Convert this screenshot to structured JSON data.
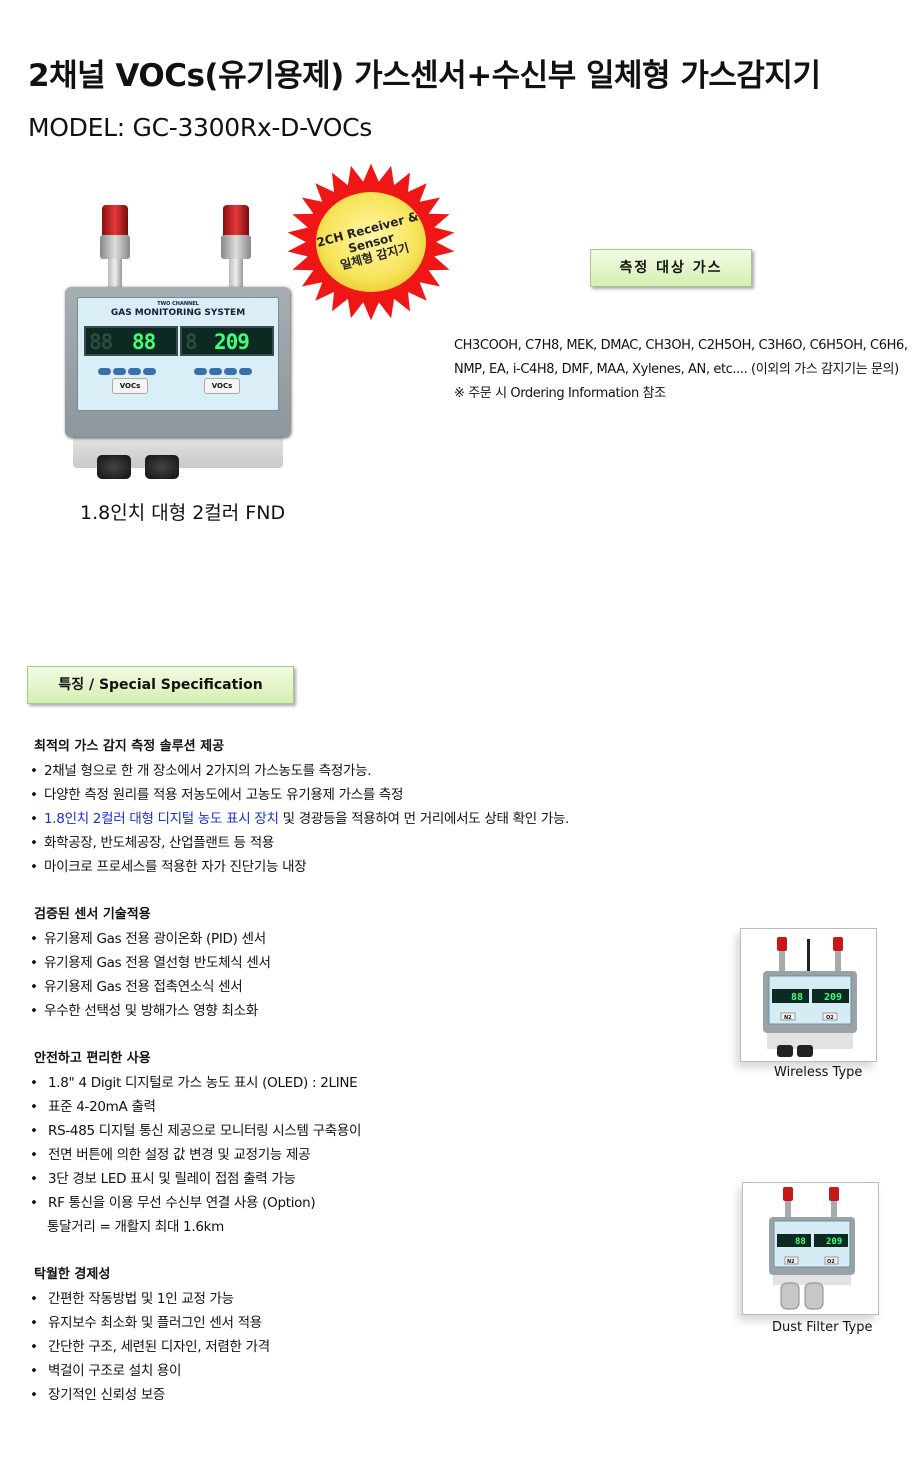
{
  "title": "2채널 VOCs(유기용제) 가스센서+수신부 일체형 가스감지기",
  "model": "MODEL: GC-3300Rx-D-VOCs",
  "badge": {
    "line1": "2CH Receiver &",
    "line2": "Sensor",
    "line3": "일체형 감지기",
    "color": "#f01616"
  },
  "device": {
    "header_small": "TWO CHANNEL",
    "header": "GAS MONITORING SYSTEM",
    "display_left": "88",
    "display_right": "209",
    "channel_left": "VOCs",
    "channel_right": "VOCs"
  },
  "fnd_caption": "1.8인치 대형 2컬러 FND",
  "gas_section": {
    "label": "측정 대상 가스",
    "lines": [
      "CH3COOH, C7H8, MEK, DMAC, CH3OH, C2H5OH, C3H6O, C6H5OH, C6H6,",
      "NMP, EA, i-C4H8, DMF, MAA, Xylenes, AN, etc.... (이외의 가스 감지기는 문의)",
      "※ 주문 시 Ordering Information 참조"
    ]
  },
  "spec_section": {
    "label": "특징  / Special Specification",
    "groups": [
      {
        "heading": "최적의 가스 감지 측정 솔루션 제공",
        "items": [
          {
            "pre": "2채널 형으로 한 개 장소에서 2가지의 가스농도를 측정가능.",
            "hl": "",
            "post": ""
          },
          {
            "pre": "다양한 측정 원리를 적용 저농도에서 고농도 유기용제 가스를 측정",
            "hl": "",
            "post": ""
          },
          {
            "pre": "",
            "hl": "1.8인치 2컬러 대형 디지털 농도 표시 장치",
            "post": " 및 경광등을 적용하여 먼 거리에서도 상태 확인 가능."
          },
          {
            "pre": "화학공장, 반도체공장, 산업플랜트 등 적용",
            "hl": "",
            "post": ""
          },
          {
            "pre": "마이크로 프로세스를 적용한 자가 진단기능 내장",
            "hl": "",
            "post": ""
          }
        ]
      },
      {
        "heading": "검증된 센서 기술적용",
        "items": [
          {
            "pre": "유기용제 Gas 전용 광이온화 (PID) 센서",
            "hl": "",
            "post": ""
          },
          {
            "pre": "유기용제 Gas 전용 열선형 반도체식 센서",
            "hl": "",
            "post": ""
          },
          {
            "pre": "유기용제 Gas 전용 접촉연소식 센서",
            "hl": "",
            "post": ""
          },
          {
            "pre": "우수한 선택성 및 방해가스 영향 최소화",
            "hl": "",
            "post": ""
          }
        ]
      },
      {
        "heading": "안전하고 편리한 사용",
        "items": [
          {
            "pre": " 1.8\"  4 Digit 디지털로 가스 농도 표시 (OLED) : 2LINE",
            "hl": "",
            "post": ""
          },
          {
            "pre": " 표준 4-20mA 출력",
            "hl": "",
            "post": ""
          },
          {
            "pre": " RS-485 디지털 통신 제공으로 모니터링 시스템 구축용이",
            "hl": "",
            "post": ""
          },
          {
            "pre": " 전면 버튼에 의한 설정 값 변경 및 교정기능 제공",
            "hl": "",
            "post": ""
          },
          {
            "pre": " 3단 경보 LED 표시 및 릴레이 접점 출력 가능",
            "hl": "",
            "post": ""
          },
          {
            "pre": " RF 통신을 이용 무선 수신부 연결 사용 (Option)",
            "hl": "",
            "post": ""
          }
        ],
        "extra": "통달거리 = 개활지 최대 1.6km"
      },
      {
        "heading": "탁월한 경제성",
        "items": [
          {
            "pre": " 간편한 작동방법 및 1인 교정 가능",
            "hl": "",
            "post": ""
          },
          {
            "pre": " 유지보수 최소화 및 플러그인 센서 적용",
            "hl": "",
            "post": ""
          },
          {
            "pre": " 간단한 구조, 세련된 디자인, 저렴한 가격",
            "hl": "",
            "post": ""
          },
          {
            "pre": " 벽걸이 구조로 설치 용이",
            "hl": "",
            "post": ""
          },
          {
            "pre": " 장기적인 신뢰성 보증",
            "hl": "",
            "post": ""
          }
        ]
      }
    ]
  },
  "side_photos": {
    "wireless_caption": "Wireless Type",
    "dust_caption": "Dust Filter Type",
    "mini_left": "88",
    "mini_right": "209",
    "mini_ch_left": "N2",
    "mini_ch_right": "O2"
  },
  "colors": {
    "highlight": "#1c2fd0",
    "tag_bg": "#d4efb2",
    "segment": "#3cff7a"
  }
}
